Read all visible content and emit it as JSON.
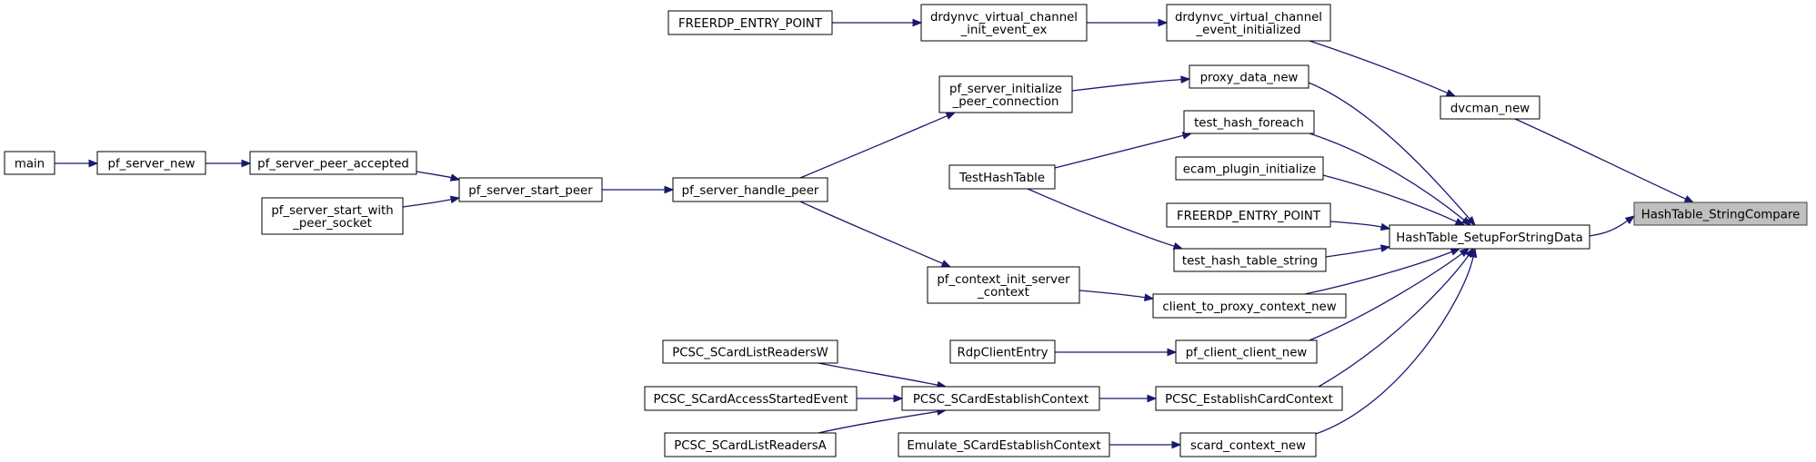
{
  "colors": {
    "edge": "#191970",
    "highlight_fill": "#bfbfbf",
    "node_fill": "#ffffff",
    "node_stroke": "#000000"
  },
  "nodes": [
    {
      "id": "hashtable_stringcompare",
      "lines": [
        "HashTable_StringCompare"
      ],
      "highlight": true
    },
    {
      "id": "hashtable_setupforstringdata",
      "lines": [
        "HashTable_SetupForStringData"
      ]
    },
    {
      "id": "dvcman_new",
      "lines": [
        "dvcman_new"
      ]
    },
    {
      "id": "drdynvc_event_initialized",
      "lines": [
        "drdynvc_virtual_channel",
        "_event_initialized"
      ]
    },
    {
      "id": "drdynvc_init_event_ex",
      "lines": [
        "drdynvc_virtual_channel",
        "_init_event_ex"
      ]
    },
    {
      "id": "freerdp_entry_point_1",
      "lines": [
        "FREERDP_ENTRY_POINT"
      ]
    },
    {
      "id": "proxy_data_new",
      "lines": [
        "proxy_data_new"
      ]
    },
    {
      "id": "pf_server_initialize_peer_connection",
      "lines": [
        "pf_server_initialize",
        "_peer_connection"
      ]
    },
    {
      "id": "test_hash_foreach",
      "lines": [
        "test_hash_foreach"
      ]
    },
    {
      "id": "ecam_plugin_initialize",
      "lines": [
        "ecam_plugin_initialize"
      ]
    },
    {
      "id": "freerdp_entry_point_2",
      "lines": [
        "FREERDP_ENTRY_POINT"
      ]
    },
    {
      "id": "test_hash_table_string",
      "lines": [
        "test_hash_table_string"
      ]
    },
    {
      "id": "testhashtable",
      "lines": [
        "TestHashTable"
      ]
    },
    {
      "id": "client_to_proxy_context_new",
      "lines": [
        "client_to_proxy_context_new"
      ]
    },
    {
      "id": "pf_context_init_server_context",
      "lines": [
        "pf_context_init_server",
        "_context"
      ]
    },
    {
      "id": "pf_server_handle_peer",
      "lines": [
        "pf_server_handle_peer"
      ]
    },
    {
      "id": "pf_server_start_peer",
      "lines": [
        "pf_server_start_peer"
      ]
    },
    {
      "id": "pf_server_peer_accepted",
      "lines": [
        "pf_server_peer_accepted"
      ]
    },
    {
      "id": "pf_server_start_with_peer_socket",
      "lines": [
        "pf_server_start_with",
        "_peer_socket"
      ]
    },
    {
      "id": "pf_server_new",
      "lines": [
        "pf_server_new"
      ]
    },
    {
      "id": "main",
      "lines": [
        "main"
      ]
    },
    {
      "id": "pf_client_client_new",
      "lines": [
        "pf_client_client_new"
      ]
    },
    {
      "id": "rdpcliententry",
      "lines": [
        "RdpClientEntry"
      ]
    },
    {
      "id": "pcsc_establishcardcontext",
      "lines": [
        "PCSC_EstablishCardContext"
      ]
    },
    {
      "id": "pcsc_scardestablishcontext",
      "lines": [
        "PCSC_SCardEstablishContext"
      ]
    },
    {
      "id": "pcsc_scardlistreadersw",
      "lines": [
        "PCSC_SCardListReadersW"
      ]
    },
    {
      "id": "pcsc_scardaccessstartedevent",
      "lines": [
        "PCSC_SCardAccessStartedEvent"
      ]
    },
    {
      "id": "pcsc_scardlistreadersa",
      "lines": [
        "PCSC_SCardListReadersA"
      ]
    },
    {
      "id": "scard_context_new",
      "lines": [
        "scard_context_new"
      ]
    },
    {
      "id": "emulate_scardestablishcontext",
      "lines": [
        "Emulate_SCardEstablishContext"
      ]
    }
  ],
  "edges": [
    {
      "from": "hashtable_setupforstringdata",
      "to": "hashtable_stringcompare"
    },
    {
      "from": "dvcman_new",
      "to": "hashtable_stringcompare"
    },
    {
      "from": "drdynvc_event_initialized",
      "to": "dvcman_new"
    },
    {
      "from": "drdynvc_init_event_ex",
      "to": "drdynvc_event_initialized"
    },
    {
      "from": "freerdp_entry_point_1",
      "to": "drdynvc_init_event_ex"
    },
    {
      "from": "proxy_data_new",
      "to": "hashtable_setupforstringdata"
    },
    {
      "from": "pf_server_initialize_peer_connection",
      "to": "proxy_data_new"
    },
    {
      "from": "pf_server_handle_peer",
      "to": "pf_server_initialize_peer_connection"
    },
    {
      "from": "test_hash_foreach",
      "to": "hashtable_setupforstringdata"
    },
    {
      "from": "testhashtable",
      "to": "test_hash_foreach"
    },
    {
      "from": "ecam_plugin_initialize",
      "to": "hashtable_setupforstringdata"
    },
    {
      "from": "freerdp_entry_point_2",
      "to": "hashtable_setupforstringdata"
    },
    {
      "from": "test_hash_table_string",
      "to": "hashtable_setupforstringdata"
    },
    {
      "from": "testhashtable",
      "to": "test_hash_table_string"
    },
    {
      "from": "client_to_proxy_context_new",
      "to": "hashtable_setupforstringdata"
    },
    {
      "from": "pf_context_init_server_context",
      "to": "client_to_proxy_context_new"
    },
    {
      "from": "pf_server_handle_peer",
      "to": "pf_context_init_server_context"
    },
    {
      "from": "pf_server_start_peer",
      "to": "pf_server_handle_peer"
    },
    {
      "from": "pf_server_peer_accepted",
      "to": "pf_server_start_peer"
    },
    {
      "from": "pf_server_start_with_peer_socket",
      "to": "pf_server_start_peer"
    },
    {
      "from": "pf_server_new",
      "to": "pf_server_peer_accepted"
    },
    {
      "from": "main",
      "to": "pf_server_new"
    },
    {
      "from": "pf_client_client_new",
      "to": "hashtable_setupforstringdata"
    },
    {
      "from": "rdpcliententry",
      "to": "pf_client_client_new"
    },
    {
      "from": "pcsc_establishcardcontext",
      "to": "hashtable_setupforstringdata"
    },
    {
      "from": "pcsc_scardestablishcontext",
      "to": "pcsc_establishcardcontext"
    },
    {
      "from": "pcsc_scardlistreadersw",
      "to": "pcsc_scardestablishcontext"
    },
    {
      "from": "pcsc_scardaccessstartedevent",
      "to": "pcsc_scardestablishcontext"
    },
    {
      "from": "pcsc_scardlistreadersa",
      "to": "pcsc_scardestablishcontext"
    },
    {
      "from": "scard_context_new",
      "to": "hashtable_setupforstringdata"
    },
    {
      "from": "emulate_scardestablishcontext",
      "to": "scard_context_new"
    }
  ]
}
